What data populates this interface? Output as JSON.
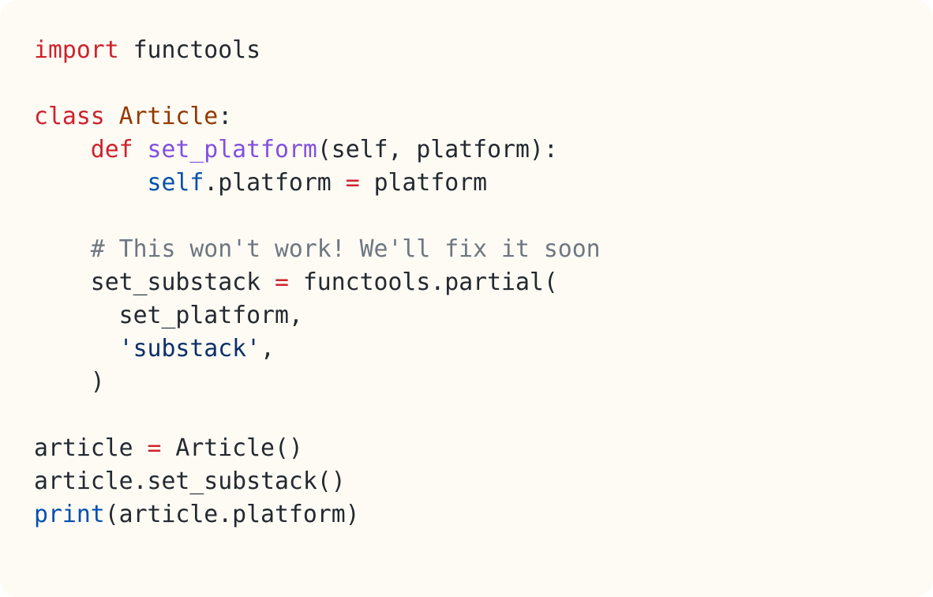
{
  "colors": {
    "background": "#fdfbf4",
    "keyword": "#cf222e",
    "class_name": "#953800",
    "function_name": "#8250df",
    "builtin": "#0550ae",
    "string": "#0a3069",
    "comment": "#6e7781",
    "text": "#24292f"
  },
  "code": {
    "language": "python",
    "lines": [
      {
        "tokens": [
          {
            "t": "import",
            "c": "kw"
          },
          {
            "t": " functools",
            "c": ""
          }
        ]
      },
      {
        "tokens": []
      },
      {
        "tokens": [
          {
            "t": "class",
            "c": "kw"
          },
          {
            "t": " ",
            "c": ""
          },
          {
            "t": "Article",
            "c": "cls"
          },
          {
            "t": ":",
            "c": ""
          }
        ]
      },
      {
        "tokens": [
          {
            "t": "    ",
            "c": ""
          },
          {
            "t": "def",
            "c": "kw"
          },
          {
            "t": " ",
            "c": ""
          },
          {
            "t": "set_platform",
            "c": "fn"
          },
          {
            "t": "(self, platform):",
            "c": ""
          }
        ]
      },
      {
        "tokens": [
          {
            "t": "        ",
            "c": ""
          },
          {
            "t": "self",
            "c": "bi"
          },
          {
            "t": ".platform ",
            "c": ""
          },
          {
            "t": "=",
            "c": "op"
          },
          {
            "t": " platform",
            "c": ""
          }
        ]
      },
      {
        "tokens": []
      },
      {
        "tokens": [
          {
            "t": "    ",
            "c": ""
          },
          {
            "t": "# This won't work! We'll fix it soon",
            "c": "cm"
          }
        ]
      },
      {
        "tokens": [
          {
            "t": "    set_substack ",
            "c": ""
          },
          {
            "t": "=",
            "c": "op"
          },
          {
            "t": " functools.partial(",
            "c": ""
          }
        ]
      },
      {
        "tokens": [
          {
            "t": "      set_platform,",
            "c": ""
          }
        ]
      },
      {
        "tokens": [
          {
            "t": "      ",
            "c": ""
          },
          {
            "t": "'substack'",
            "c": "str"
          },
          {
            "t": ",",
            "c": ""
          }
        ]
      },
      {
        "tokens": [
          {
            "t": "    )",
            "c": ""
          }
        ]
      },
      {
        "tokens": []
      },
      {
        "tokens": [
          {
            "t": "article ",
            "c": ""
          },
          {
            "t": "=",
            "c": "op"
          },
          {
            "t": " Article()",
            "c": ""
          }
        ]
      },
      {
        "tokens": [
          {
            "t": "article.set_substack()",
            "c": ""
          }
        ]
      },
      {
        "tokens": [
          {
            "t": "print",
            "c": "bi"
          },
          {
            "t": "(article.platform)",
            "c": ""
          }
        ]
      }
    ]
  }
}
